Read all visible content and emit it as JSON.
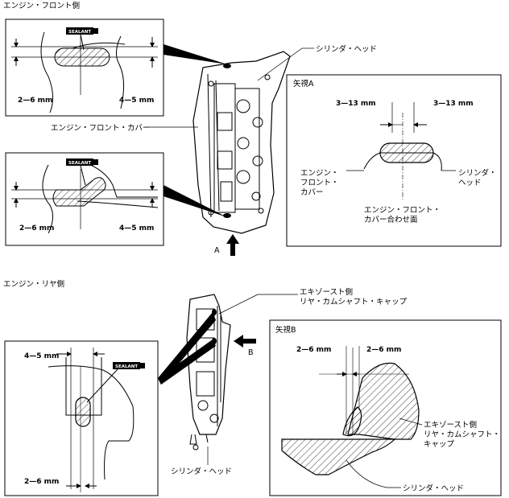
{
  "sections": {
    "front": "エンジン・フロント側",
    "rear": "エンジン・リヤ側"
  },
  "labels": {
    "cylinder_head": "シリンダ・ヘッド",
    "front_cover": "エンジン・フロント・カバー",
    "exhaust_cap": [
      "エキゾースト側",
      "リヤ・カムシャフト・キャップ"
    ],
    "cylinder_head_bottom": "シリンダ・ヘッド"
  },
  "sealant": "SEALANT",
  "arrows": {
    "a": "A",
    "b": "B"
  },
  "view_a": {
    "title": "矢視A",
    "dim_left": "3—13 mm",
    "dim_right": "3—13 mm",
    "label_left": [
      "エンジン・",
      "フロント・",
      "カバー"
    ],
    "label_right": [
      "シリンダ・",
      "ヘッド"
    ],
    "label_bottom": [
      "エンジン・フロント・",
      "カバー合わせ面"
    ]
  },
  "view_b": {
    "title": "矢視B",
    "dim_left": "2—6 mm",
    "dim_right": "2—6 mm",
    "label_cap": [
      "エキゾースト側",
      "リヤ・カムシャフト・",
      "キャップ"
    ],
    "label_head": "シリンダ・ヘッド"
  },
  "detail1": {
    "dim_left": "2—6 mm",
    "dim_right": "4—5 mm"
  },
  "detail2": {
    "dim_left": "2—6 mm",
    "dim_right": "4—5 mm"
  },
  "detail3": {
    "dim_top": "4—5 mm",
    "dim_bottom": "2—6 mm"
  }
}
